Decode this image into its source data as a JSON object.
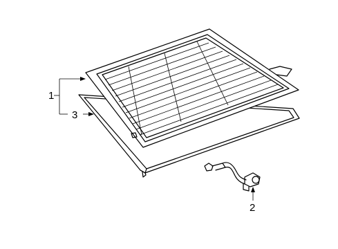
{
  "callouts": {
    "glass_assembly": "1",
    "defogger_connector": "2",
    "weatherstrip_dam": "3"
  },
  "icons": [
    "rear-window-glass",
    "defogger-grid",
    "weatherstrip-dam",
    "connector-harness"
  ]
}
